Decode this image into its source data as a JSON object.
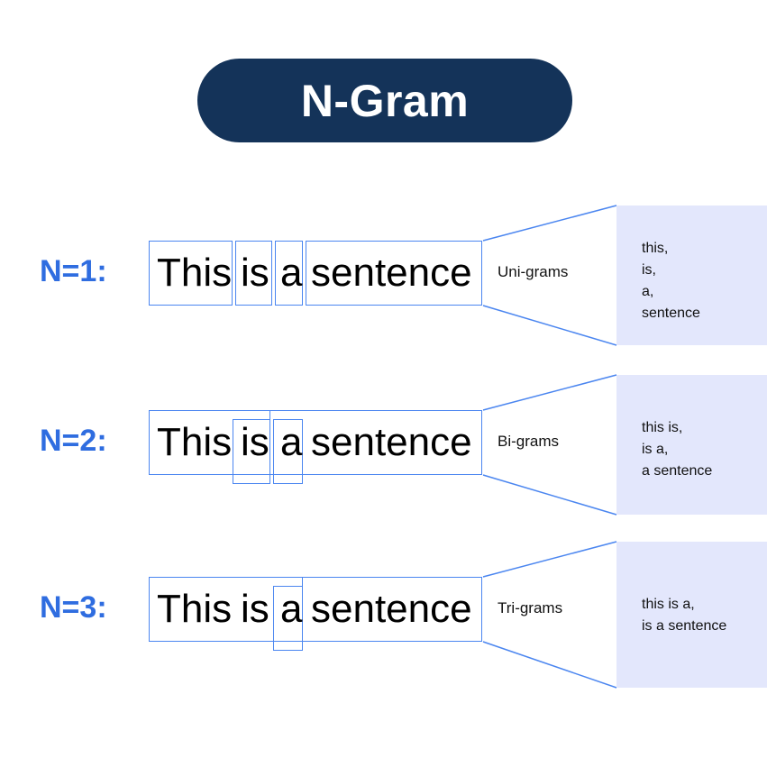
{
  "title": {
    "text": "N-Gram",
    "badge_color": "#143359",
    "text_color": "#ffffff"
  },
  "colors": {
    "accent_blue": "#2F6DE0",
    "box_border": "#4B86F0",
    "panel_background": "#E3E7FC",
    "text": "#111111"
  },
  "sentence": {
    "words": [
      "This",
      "is",
      "a",
      "sentence"
    ],
    "full": "This is a sentence"
  },
  "rows": [
    {
      "n_label": "N=1:",
      "gram_label": "Uni-grams",
      "outputs": [
        "this,",
        "is,",
        "a,",
        "sentence"
      ]
    },
    {
      "n_label": "N=2:",
      "gram_label": "Bi-grams",
      "outputs": [
        "this is,",
        "is a,",
        "a sentence"
      ]
    },
    {
      "n_label": "N=3:",
      "gram_label": "Tri-grams",
      "outputs": [
        "this is a,",
        "is a sentence"
      ]
    }
  ]
}
